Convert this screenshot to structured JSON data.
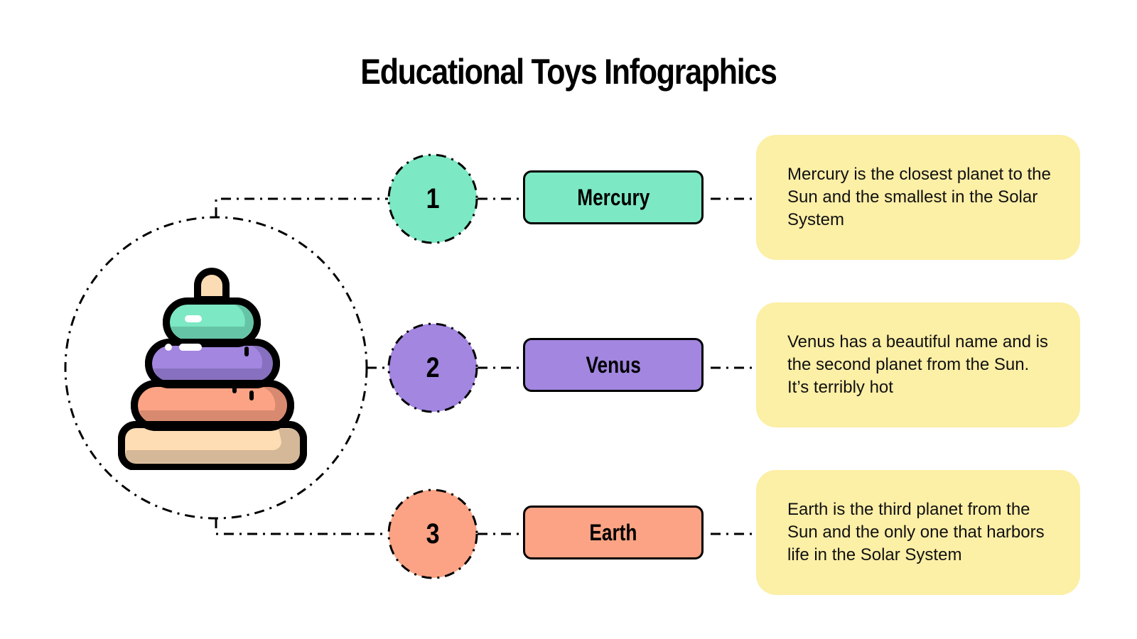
{
  "title": "Educational Toys Infographics",
  "illustration": {
    "icon": "stacking-rings-toy-icon",
    "colors": {
      "peg": "#fcdcb4",
      "ring_top": "#7de8c4",
      "ring_top_shadow": "#66c4a6",
      "ring_second": "#a286e0",
      "ring_second_shadow": "#8770bf",
      "ring_third": "#fba384",
      "ring_third_shadow": "#d88a70",
      "base": "#fedcb4",
      "base_shadow": "#d4b898",
      "outline": "#000000"
    }
  },
  "items": [
    {
      "number": "1",
      "label": "Mercury",
      "color": "#7ce8c4",
      "description": "Mercury is the closest planet to the Sun and the smallest in the Solar System"
    },
    {
      "number": "2",
      "label": "Venus",
      "color": "#a286e0",
      "description": "Venus has a beautiful name and is the second planet from the Sun. It’s terribly hot"
    },
    {
      "number": "3",
      "label": "Earth",
      "color": "#fba384",
      "description": "Earth is the third planet from the Sun and the only one that harbors life in the Solar System"
    }
  ],
  "description_box_color": "#fcefa6"
}
